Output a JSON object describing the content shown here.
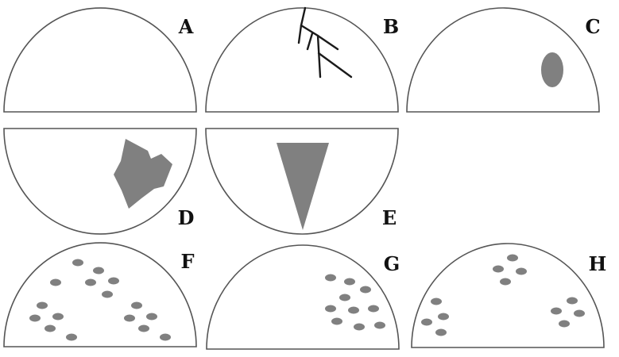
{
  "panels": [
    {
      "id": "A",
      "label": "A",
      "pattern": "none"
    },
    {
      "id": "B",
      "label": "B",
      "pattern": "branching-lines"
    },
    {
      "id": "C",
      "label": "C",
      "pattern": "single-oval"
    },
    {
      "id": "D",
      "label": "D",
      "pattern": "irregular-shape"
    },
    {
      "id": "E",
      "label": "E",
      "pattern": "wedge"
    },
    {
      "id": "F",
      "label": "F",
      "pattern": "scattered-dots"
    },
    {
      "id": "G",
      "label": "G",
      "pattern": "clustered-dots"
    },
    {
      "id": "H",
      "label": "H",
      "pattern": "multiple-clusters"
    }
  ],
  "colors": {
    "outline": "#555555",
    "mark": "#808080",
    "branch": "#1a1a1a",
    "label": "#111111",
    "background": "#ffffff"
  }
}
